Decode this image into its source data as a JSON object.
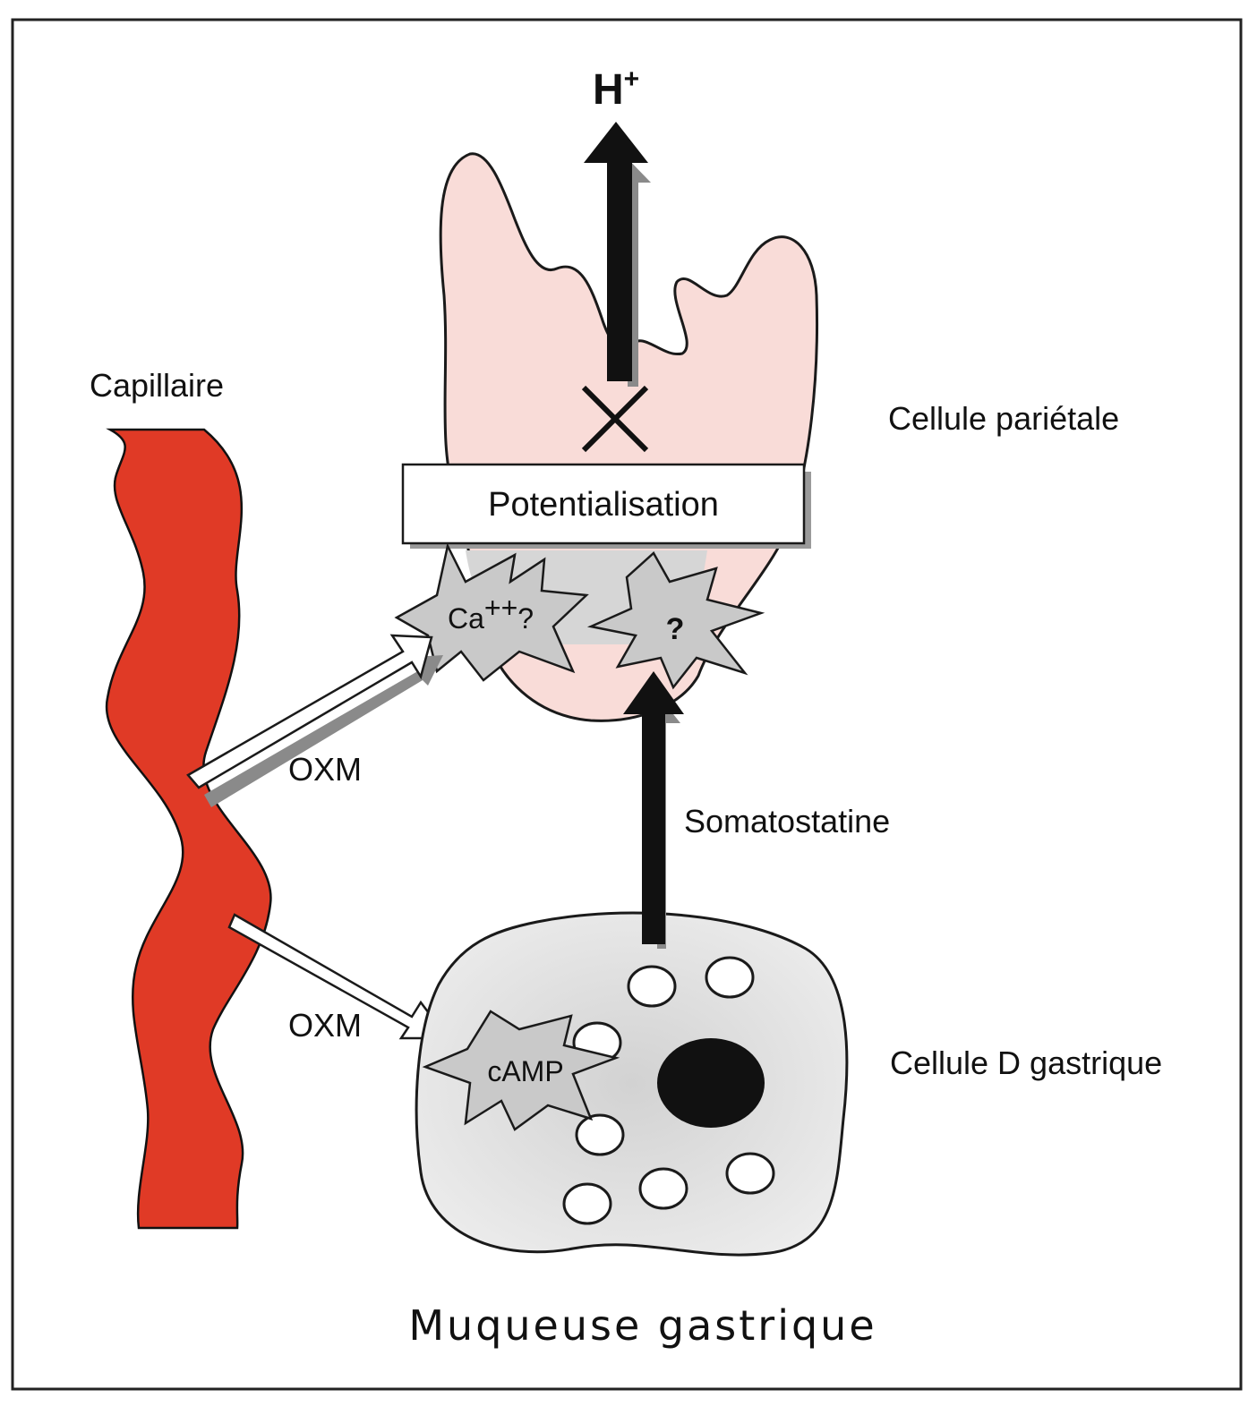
{
  "diagram": {
    "title": "Muqueuse gastrique",
    "labels": {
      "capillary": "Capillaire",
      "parietal_cell": "Cellule pariétale",
      "d_cell": "Cellule D gastrique",
      "potentiation": "Potentialisation",
      "somatostatin": "Somatostatine",
      "oxm_upper": "OXM",
      "oxm_lower": "OXM",
      "proton": "H",
      "proton_charge": "+"
    },
    "second_messengers": {
      "calcium_base": "Ca",
      "calcium_sup": "++",
      "calcium_suffix": "?",
      "unknown": "?",
      "camp": "cAMP"
    },
    "colors": {
      "capillary": "#e03a26",
      "parietal_cell": "#f9dcd8",
      "d_cell": "#e4e4e4",
      "burst": "#c9c9c9",
      "nucleus": "#111111"
    },
    "icons": {
      "inhibition_mark": "x-cross",
      "secretion_arrow": "arrow-up"
    }
  }
}
